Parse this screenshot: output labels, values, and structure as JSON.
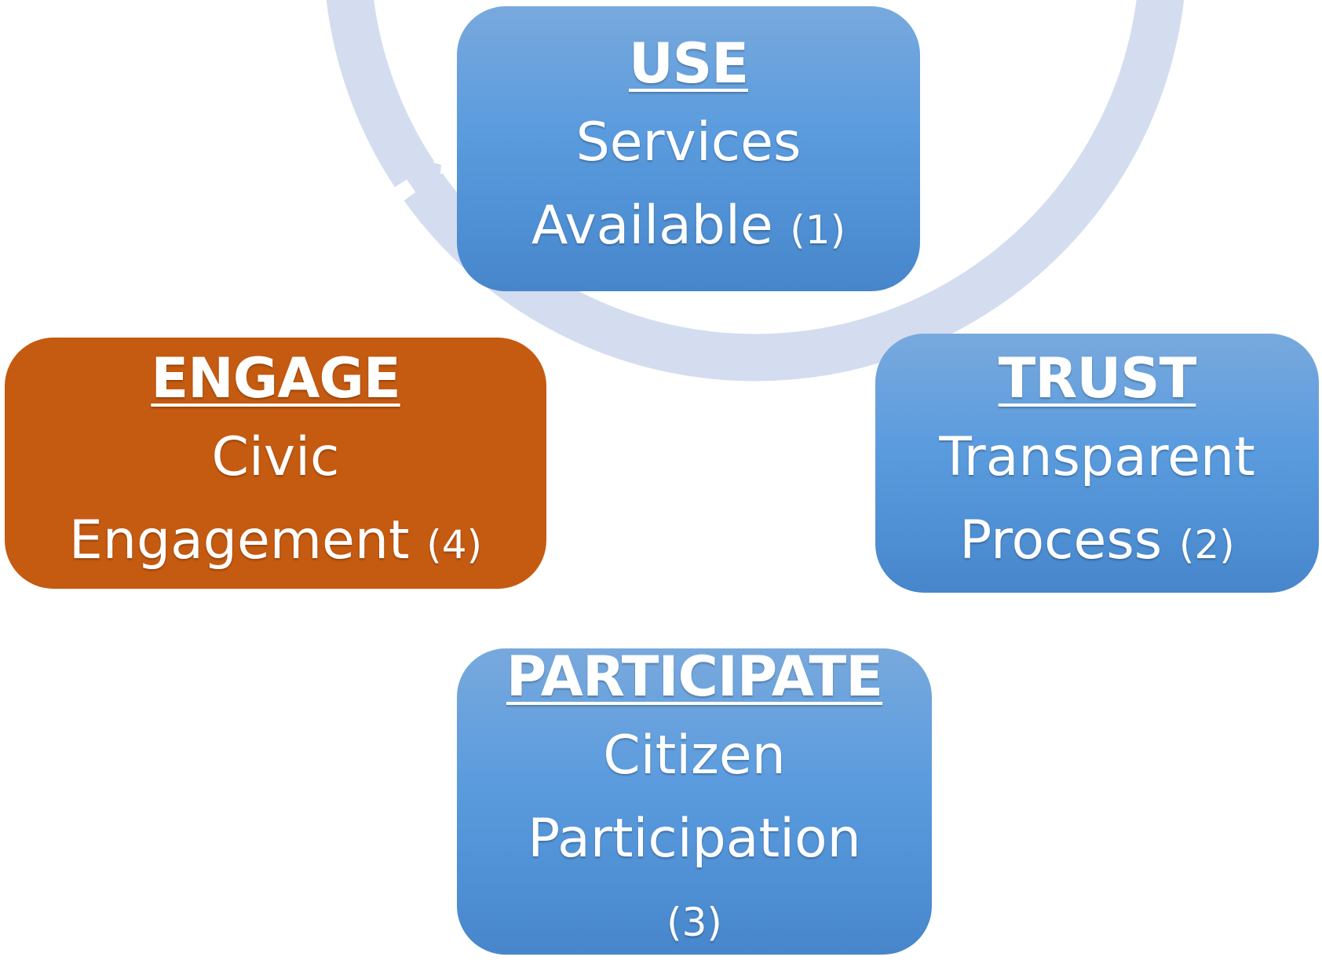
{
  "diagram": {
    "accent_colors": {
      "blue_box": "#5b9bd5",
      "orange_box": "#c55a11",
      "cycle_arrow": "#d3ddef",
      "text": "#ffffff"
    },
    "nodes": {
      "use": {
        "title": "USE",
        "line1": "Services",
        "line2": "Available",
        "step": "(1)"
      },
      "trust": {
        "title": "TRUST",
        "line1": "Transparent",
        "line2": "Process",
        "step": "(2)"
      },
      "participate": {
        "title": "PARTICIPATE",
        "line1": "Citizen",
        "line2": "Participation",
        "step": "(3)"
      },
      "engage": {
        "title": "ENGAGE",
        "line1": "Civic",
        "line2": "Engagement",
        "step": "(4)"
      }
    }
  }
}
